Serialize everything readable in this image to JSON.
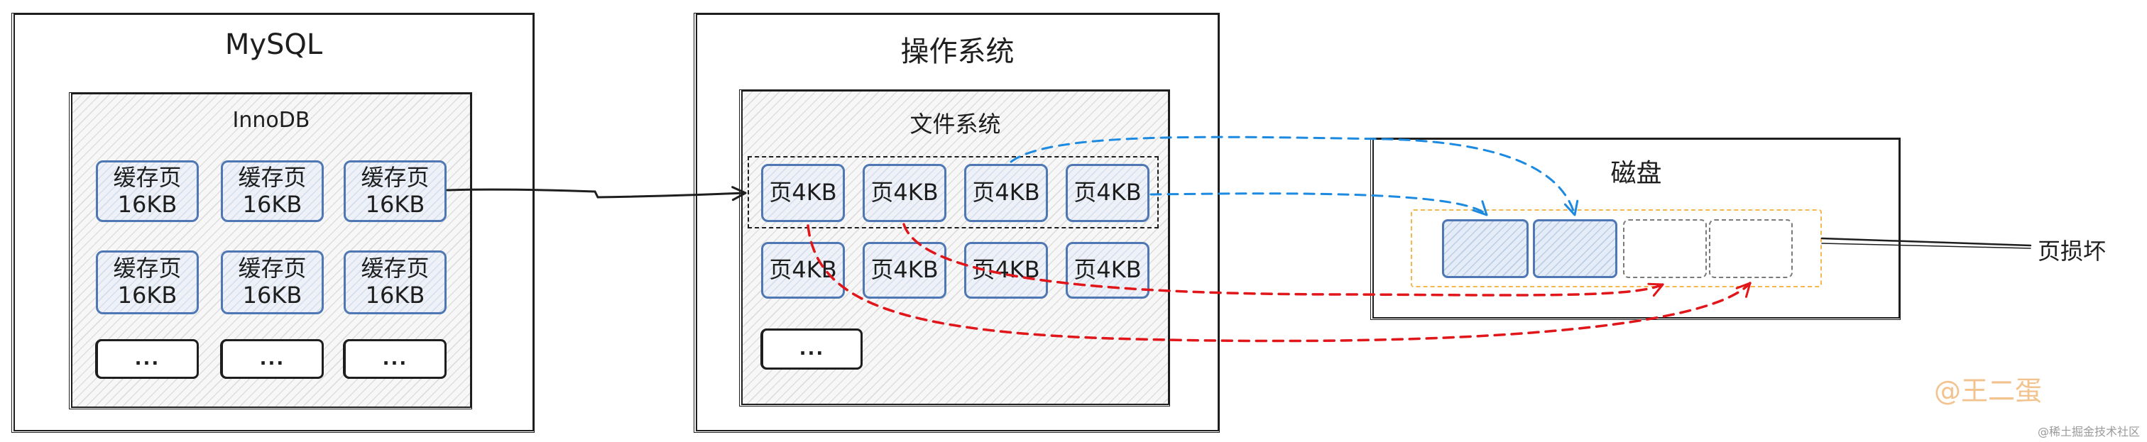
{
  "mysql": {
    "title": "MySQL",
    "innodb": {
      "title": "InnoDB",
      "cells": [
        {
          "line1": "缓存页",
          "line2": "16KB"
        },
        {
          "line1": "缓存页",
          "line2": "16KB"
        },
        {
          "line1": "缓存页",
          "line2": "16KB"
        },
        {
          "line1": "缓存页",
          "line2": "16KB"
        },
        {
          "line1": "缓存页",
          "line2": "16KB"
        },
        {
          "line1": "缓存页",
          "line2": "16KB"
        }
      ],
      "ellipsis": [
        "...",
        "...",
        "..."
      ]
    }
  },
  "os": {
    "title": "操作系统",
    "filesystem": {
      "title": "文件系统",
      "pages": [
        "页4KB",
        "页4KB",
        "页4KB",
        "页4KB",
        "页4KB",
        "页4KB",
        "页4KB",
        "页4KB"
      ],
      "ellipsis": "..."
    }
  },
  "disk": {
    "title": "磁盘",
    "blocks_filled": [
      true,
      true,
      false,
      false
    ],
    "damage_label": "页损坏"
  },
  "watermark": {
    "author": "@王二蛋",
    "site": "@稀土掘金技术社区"
  },
  "colors": {
    "ink": "#1e1e1e",
    "cell_border": "#4f77b3",
    "cell_fill": "#eef2f8",
    "blue_arrow": "#1c8ae0",
    "red_arrow": "#e0161b",
    "disk_group_border": "#f5b74e",
    "empty_block_border": "#7a7a7a",
    "watermark": "#f3c38f",
    "watermark_site": "#9a9a9a"
  }
}
